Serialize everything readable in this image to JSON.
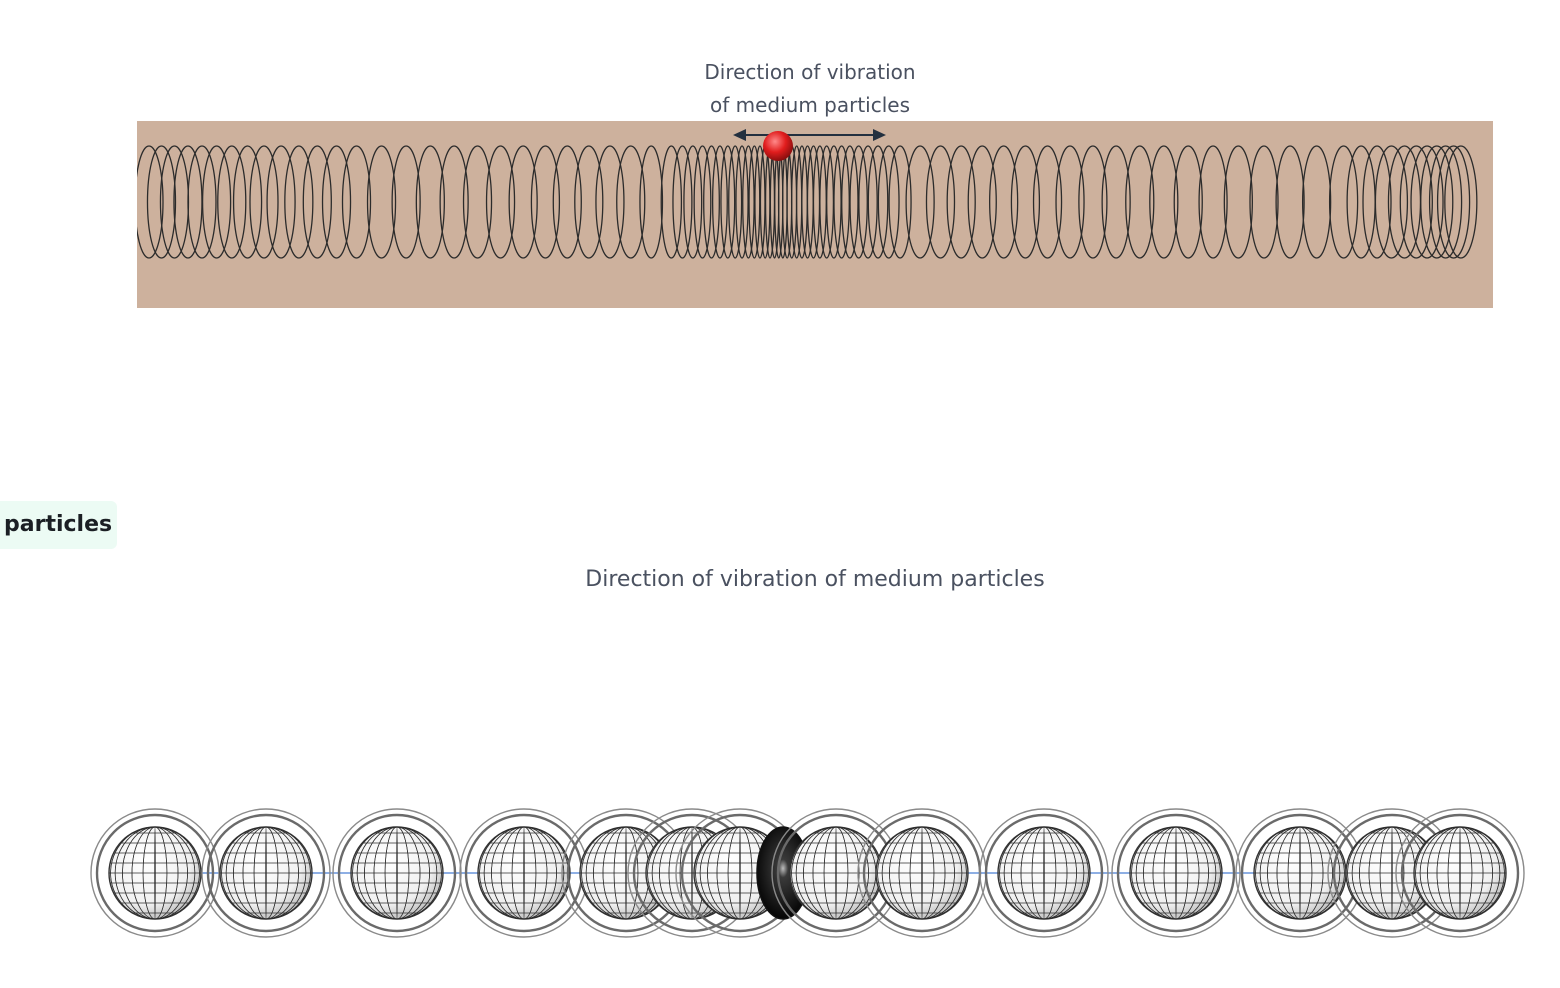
{
  "spring_diagram": {
    "label_line1": "Direction of vibration",
    "label_line2": "of medium particles",
    "panel_color": "#cdb19d",
    "marker_color": "#e11d1d",
    "coil_color": "#2b2b2b"
  },
  "sidebar_tab": {
    "label": "particles"
  },
  "particle_diagram": {
    "label": "Direction of vibration of medium particles",
    "highlight_color": "#111111",
    "link_color": "#4a7fd4"
  }
}
